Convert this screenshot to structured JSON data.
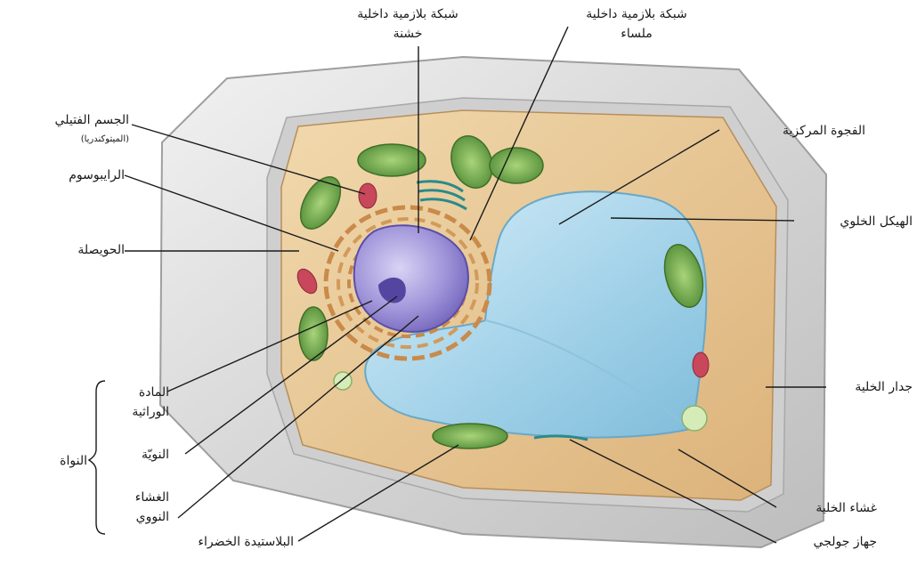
{
  "labels": {
    "rough_er": [
      "شبكة بلازمية داخلية",
      "خشنة"
    ],
    "smooth_er": [
      "شبكة بلازمية داخلية",
      "ملساء"
    ],
    "mitochondrion": "الجسم الفتيلي",
    "mitochondrion_sub": "(الميتوكندريا)",
    "ribosome": "الرايبوسوم",
    "vesicle": "الحويصلة",
    "central_vacuole": "الفجوة المركزية",
    "cytoskeleton": "الهيكل الخلوي",
    "cell_wall": "جدار الخلية",
    "cell_membrane": "غشاء الخلية",
    "golgi": "جهاز جولجي",
    "chloroplast": "البلاستيدة الخضراء",
    "nucleus": "النواة",
    "chromatin": [
      "المادة",
      "الوراثية"
    ],
    "nucleolus": "النويّة",
    "nuclear_envelope": [
      "الغشاء",
      "النووي"
    ]
  },
  "colors": {
    "cell_wall": "#d4d4d4",
    "cytoplasm": "#e8c99a",
    "vacuole": "#a9d8ec",
    "nucleus": "#9a8fd6",
    "er": "#c98a4a",
    "chloroplast": "#6faa4a",
    "mitochondrion": "#c8475a"
  }
}
